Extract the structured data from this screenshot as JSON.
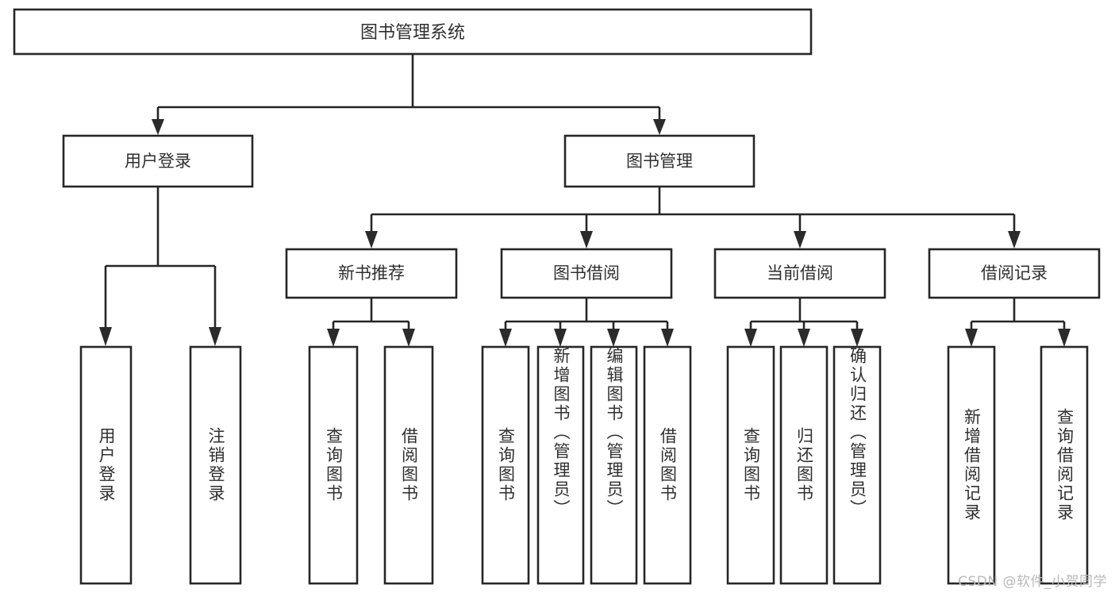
{
  "diagram": {
    "title": "图书管理系统",
    "type": "tree",
    "watermark": "CSDN @软件_小贺同学",
    "colors": {
      "box_stroke": "#262626",
      "box_fill": "#ffffff",
      "text": "#2f2f2f",
      "background": "#ffffff",
      "watermark": "#b9b9b9"
    },
    "root": {
      "label": "图书管理系统"
    },
    "level2": [
      {
        "label": "用户登录"
      },
      {
        "label": "图书管理"
      }
    ],
    "level3": [
      {
        "label": "新书推荐"
      },
      {
        "label": "图书借阅"
      },
      {
        "label": "当前借阅"
      },
      {
        "label": "借阅记录"
      }
    ],
    "leaves": {
      "user_login": [
        {
          "label": "用户登录"
        },
        {
          "label": "注销登录"
        }
      ],
      "new_book_recommend": [
        {
          "label": "查询图书"
        },
        {
          "label": "借阅图书"
        }
      ],
      "book_borrow": [
        {
          "label": "查询图书"
        },
        {
          "label": "新增图书（管理员）"
        },
        {
          "label": "编辑图书（管理员）"
        },
        {
          "label": "借阅图书"
        }
      ],
      "current_borrow": [
        {
          "label": "查询图书"
        },
        {
          "label": "归还图书"
        },
        {
          "label": "确认归还（管理员）"
        }
      ],
      "borrow_record": [
        {
          "label": "新增借阅记录"
        },
        {
          "label": "查询借阅记录"
        }
      ]
    }
  }
}
